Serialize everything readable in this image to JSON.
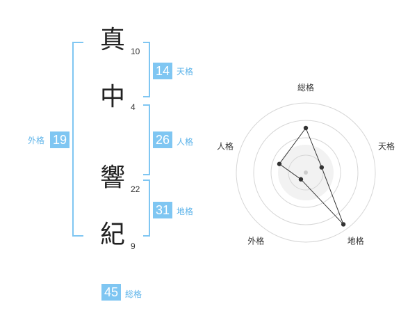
{
  "name": {
    "characters": [
      {
        "char": "真",
        "strokes": "10"
      },
      {
        "char": "中",
        "strokes": "4"
      },
      {
        "char": "響",
        "strokes": "22"
      },
      {
        "char": "紀",
        "strokes": "9"
      }
    ]
  },
  "fortunes": {
    "tenkaku": {
      "value": "14",
      "label": "天格"
    },
    "jinkaku": {
      "value": "26",
      "label": "人格"
    },
    "chikaku": {
      "value": "31",
      "label": "地格"
    },
    "gaikaku": {
      "value": "19",
      "label": "外格"
    },
    "soukaku": {
      "value": "45",
      "label": "総格"
    }
  },
  "colors": {
    "accent": "#7fc6f2",
    "label": "#5eb4ea",
    "ink": "#222222"
  },
  "chart_data": {
    "type": "radar",
    "axes": [
      "総格",
      "天格",
      "地格",
      "外格",
      "人格"
    ],
    "values": [
      3.2,
      1.2,
      4.6,
      0.6,
      2.0
    ],
    "max": 5,
    "rings": 4
  }
}
